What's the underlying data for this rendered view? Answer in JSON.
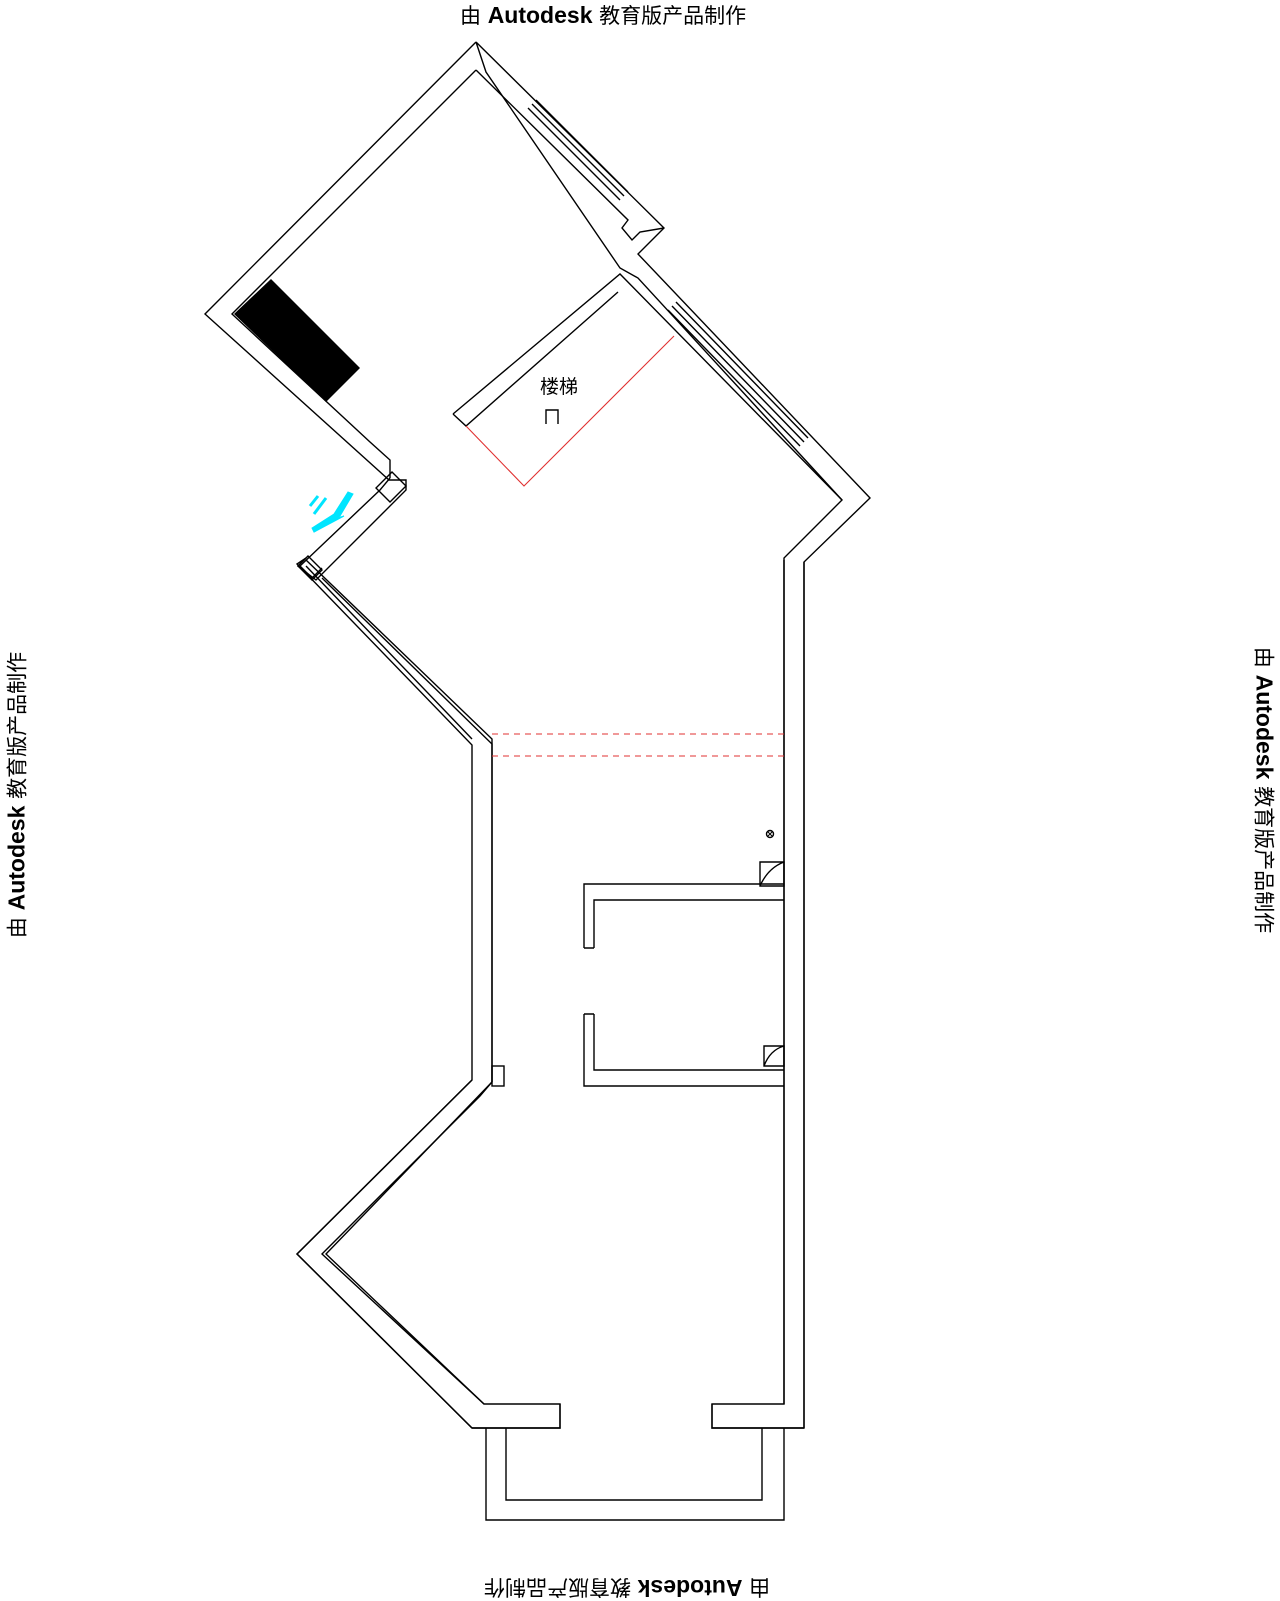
{
  "watermark": {
    "prefix": "由",
    "brand": "Autodesk",
    "suffix": "教育版产品制作"
  },
  "floor_plan": {
    "room_label": "楼梯",
    "wall_color": "#000000",
    "background_color": "#ffffff",
    "stair_boundary_color": "#e03030",
    "beam_dashed_color": "#e03030",
    "entry_marker_color": "#00e5ff",
    "column_fill_color": "#000000"
  }
}
